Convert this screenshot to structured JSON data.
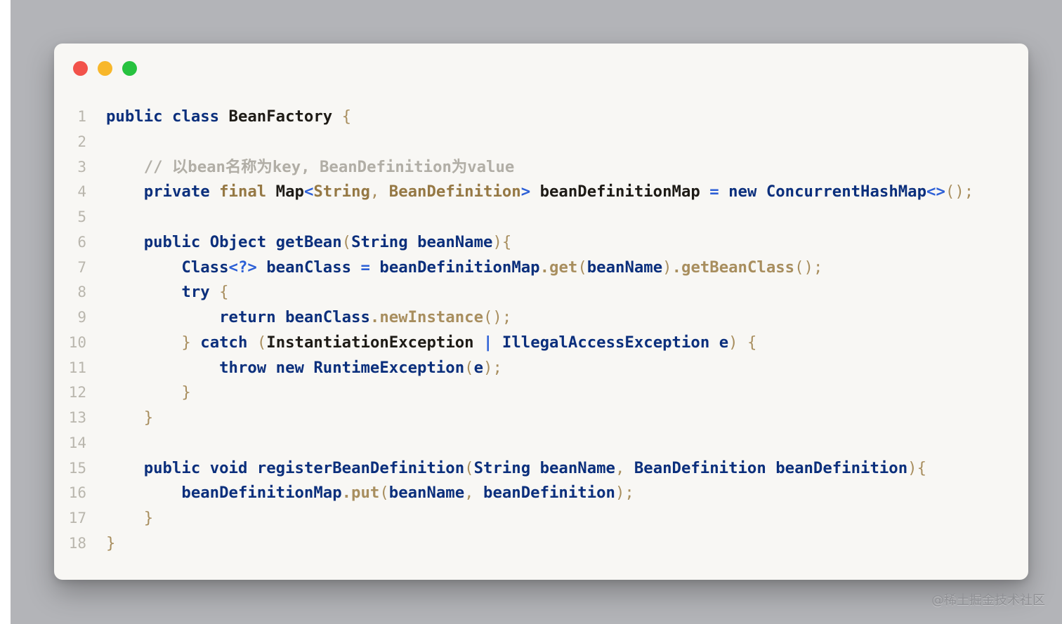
{
  "window": {
    "controls": [
      {
        "name": "close",
        "color": "#f2524a"
      },
      {
        "name": "minimize",
        "color": "#f8b72a"
      },
      {
        "name": "maximize",
        "color": "#27c23f"
      }
    ]
  },
  "code": {
    "language": "java",
    "lines": [
      {
        "n": "1",
        "tokens": [
          [
            "kw",
            "public"
          ],
          [
            "id",
            " "
          ],
          [
            "kw",
            "class"
          ],
          [
            "id",
            " BeanFactory "
          ],
          [
            "pu",
            "{"
          ]
        ]
      },
      {
        "n": "2",
        "tokens": []
      },
      {
        "n": "3",
        "tokens": [
          [
            "id",
            "    "
          ],
          [
            "cm",
            "// 以bean名称为key, BeanDefinition为value"
          ]
        ]
      },
      {
        "n": "4",
        "tokens": [
          [
            "id",
            "    "
          ],
          [
            "kw",
            "private"
          ],
          [
            "id",
            " "
          ],
          [
            "ann",
            "final"
          ],
          [
            "id",
            " Map"
          ],
          [
            "op",
            "<"
          ],
          [
            "ann",
            "String"
          ],
          [
            "pu",
            ", "
          ],
          [
            "ann",
            "BeanDefinition"
          ],
          [
            "op",
            ">"
          ],
          [
            "id",
            " beanDefinitionMap "
          ],
          [
            "op",
            "="
          ],
          [
            "id",
            " "
          ],
          [
            "kw",
            "new"
          ],
          [
            "id",
            " "
          ],
          [
            "nv",
            "ConcurrentHashMap"
          ],
          [
            "op",
            "<>"
          ],
          [
            "pu",
            "();"
          ]
        ]
      },
      {
        "n": "5",
        "tokens": []
      },
      {
        "n": "6",
        "tokens": [
          [
            "id",
            "    "
          ],
          [
            "kw",
            "public"
          ],
          [
            "id",
            " "
          ],
          [
            "nv",
            "Object"
          ],
          [
            "id",
            " "
          ],
          [
            "nv",
            "getBean"
          ],
          [
            "pu",
            "("
          ],
          [
            "nv",
            "String"
          ],
          [
            "id",
            " "
          ],
          [
            "nv",
            "beanName"
          ],
          [
            "pu",
            ")"
          ],
          [
            "pu",
            "{"
          ]
        ]
      },
      {
        "n": "7",
        "tokens": [
          [
            "id",
            "        "
          ],
          [
            "nv",
            "Class"
          ],
          [
            "op",
            "<?>"
          ],
          [
            "id",
            " "
          ],
          [
            "nv",
            "beanClass"
          ],
          [
            "id",
            " "
          ],
          [
            "op",
            "="
          ],
          [
            "id",
            " "
          ],
          [
            "nv",
            "beanDefinitionMap"
          ],
          [
            "me",
            ".get"
          ],
          [
            "pu",
            "("
          ],
          [
            "nv",
            "beanName"
          ],
          [
            "pu",
            ")"
          ],
          [
            "me",
            ".getBeanClass"
          ],
          [
            "pu",
            "();"
          ]
        ]
      },
      {
        "n": "8",
        "tokens": [
          [
            "id",
            "        "
          ],
          [
            "kw",
            "try"
          ],
          [
            "id",
            " "
          ],
          [
            "pu",
            "{"
          ]
        ]
      },
      {
        "n": "9",
        "tokens": [
          [
            "id",
            "            "
          ],
          [
            "kw",
            "return"
          ],
          [
            "id",
            " "
          ],
          [
            "nv",
            "beanClass"
          ],
          [
            "me",
            ".newInstance"
          ],
          [
            "pu",
            "();"
          ]
        ]
      },
      {
        "n": "10",
        "tokens": [
          [
            "id",
            "        "
          ],
          [
            "pu",
            "}"
          ],
          [
            "id",
            " "
          ],
          [
            "kw",
            "catch"
          ],
          [
            "id",
            " "
          ],
          [
            "pu",
            "("
          ],
          [
            "id",
            "InstantiationException"
          ],
          [
            "id",
            " "
          ],
          [
            "op",
            "|"
          ],
          [
            "id",
            " "
          ],
          [
            "nv",
            "IllegalAccessException"
          ],
          [
            "id",
            " "
          ],
          [
            "nv",
            "e"
          ],
          [
            "pu",
            ")"
          ],
          [
            "id",
            " "
          ],
          [
            "pu",
            "{"
          ]
        ]
      },
      {
        "n": "11",
        "tokens": [
          [
            "id",
            "            "
          ],
          [
            "kw",
            "throw"
          ],
          [
            "id",
            " "
          ],
          [
            "kw",
            "new"
          ],
          [
            "id",
            " "
          ],
          [
            "nv",
            "RuntimeException"
          ],
          [
            "pu",
            "("
          ],
          [
            "nv",
            "e"
          ],
          [
            "pu",
            ");"
          ]
        ]
      },
      {
        "n": "12",
        "tokens": [
          [
            "id",
            "        "
          ],
          [
            "pu",
            "}"
          ]
        ]
      },
      {
        "n": "13",
        "tokens": [
          [
            "id",
            "    "
          ],
          [
            "pu",
            "}"
          ]
        ]
      },
      {
        "n": "14",
        "tokens": []
      },
      {
        "n": "15",
        "tokens": [
          [
            "id",
            "    "
          ],
          [
            "kw",
            "public"
          ],
          [
            "id",
            " "
          ],
          [
            "kw",
            "void"
          ],
          [
            "id",
            " "
          ],
          [
            "nv",
            "registerBeanDefinition"
          ],
          [
            "pu",
            "("
          ],
          [
            "nv",
            "String"
          ],
          [
            "id",
            " "
          ],
          [
            "nv",
            "beanName"
          ],
          [
            "pu",
            ", "
          ],
          [
            "nv",
            "BeanDefinition"
          ],
          [
            "id",
            " "
          ],
          [
            "nv",
            "beanDefinition"
          ],
          [
            "pu",
            ")"
          ],
          [
            "pu",
            "{"
          ]
        ]
      },
      {
        "n": "16",
        "tokens": [
          [
            "id",
            "        "
          ],
          [
            "nv",
            "beanDefinitionMap"
          ],
          [
            "me",
            ".put"
          ],
          [
            "pu",
            "("
          ],
          [
            "nv",
            "beanName"
          ],
          [
            "pu",
            ", "
          ],
          [
            "nv",
            "beanDefinition"
          ],
          [
            "pu",
            ");"
          ]
        ]
      },
      {
        "n": "17",
        "tokens": [
          [
            "id",
            "    "
          ],
          [
            "pu",
            "}"
          ]
        ]
      },
      {
        "n": "18",
        "tokens": [
          [
            "pu",
            "}"
          ]
        ]
      }
    ]
  },
  "watermark": "@稀土掘金技术社区"
}
